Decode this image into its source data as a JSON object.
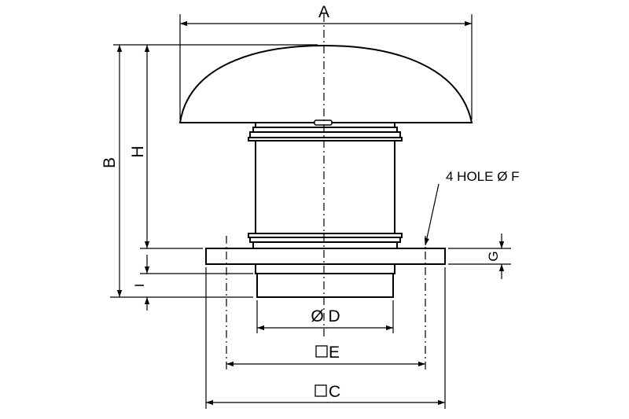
{
  "labels": {
    "A": "A",
    "B": "B",
    "H": "H",
    "D": "Ø D",
    "E": "E",
    "C": "C",
    "F": "4 HOLE Ø F",
    "G": "G",
    "I": "I"
  }
}
